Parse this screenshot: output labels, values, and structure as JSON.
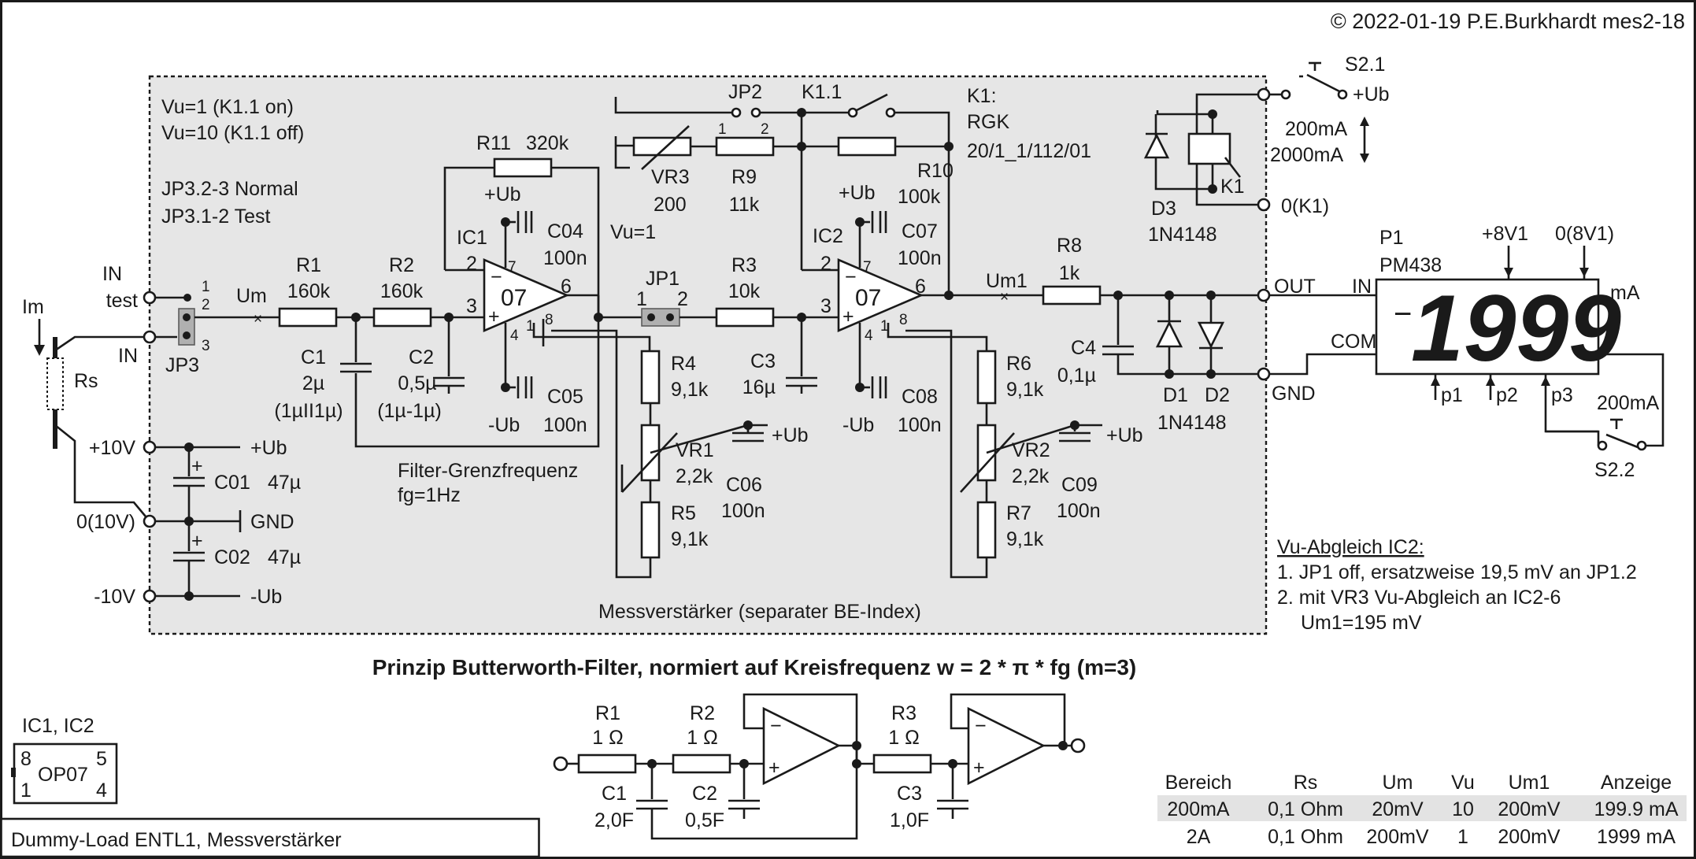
{
  "copyright": "© 2022-01-19 P.E.Burkhardt mes2-18",
  "title_box": "Dummy-Load ENTL1, Messverstärker",
  "notes": {
    "vu1": "Vu=1 (K1.1 on)",
    "vu10": "Vu=10 (K1.1 off)",
    "jp_normal": "JP3.2-3 Normal",
    "jp_test": "JP3.1-2 Test",
    "filter": "Filter-Grenzfrequenz",
    "fg": "fg=1Hz",
    "amp_label": "Messverstärker (separater BE-Index)",
    "vu_eq": "Vu=1"
  },
  "inputs": {
    "in_test": [
      "IN",
      "test"
    ],
    "in": "IN",
    "im": "Im",
    "rs": "Rs",
    "um": "Um",
    "p10v": "+10V",
    "zero10v": "0(10V)",
    "m10v": "-10V",
    "pub": "+Ub",
    "gnd": "GND",
    "mub": "-Ub",
    "jp3": "JP3",
    "pins": [
      "1",
      "2",
      "3"
    ]
  },
  "components": {
    "R1": [
      "R1",
      "160k"
    ],
    "R2": [
      "R2",
      "160k"
    ],
    "R11": [
      "R11",
      "320k"
    ],
    "C1": [
      "C1",
      "2µ",
      "(1µII1µ)"
    ],
    "C2": [
      "C2",
      "0,5µ",
      "(1µ-1µ)"
    ],
    "IC1": "IC1",
    "IC2": "IC2",
    "op": "07",
    "C04": [
      "C04",
      "100n"
    ],
    "C05": [
      "C05",
      "100n"
    ],
    "C07": [
      "C07",
      "100n"
    ],
    "C08": [
      "C08",
      "100n"
    ],
    "JP1": "JP1",
    "JP2": "JP2",
    "K11": "K1.1",
    "K1": [
      "K1:",
      "RGK",
      "20/1_1/112/01"
    ],
    "VR3": [
      "VR3",
      "200"
    ],
    "R9": [
      "R9",
      "11k"
    ],
    "R10": [
      "R10",
      "100k"
    ],
    "R3": [
      "R3",
      "10k"
    ],
    "C3": [
      "C3",
      "16µ"
    ],
    "R4": [
      "R4",
      "9,1k"
    ],
    "VR1": [
      "VR1",
      "2,2k"
    ],
    "C06": [
      "C06",
      "100n"
    ],
    "R5": [
      "R5",
      "9,1k"
    ],
    "R6": [
      "R6",
      "9,1k"
    ],
    "VR2": [
      "VR2",
      "2,2k"
    ],
    "C09": [
      "C09",
      "100n"
    ],
    "R7": [
      "R7",
      "9,1k"
    ],
    "R8": [
      "R8",
      "1k"
    ],
    "C4": [
      "C4",
      "0,1µ"
    ],
    "D1": "D1",
    "D2": "D2",
    "D12type": "1N4148",
    "D3": [
      "D3",
      "1N4148"
    ],
    "K1coil": "K1",
    "Um1": "Um1",
    "C01": [
      "C01",
      "47µ"
    ],
    "C02": [
      "C02",
      "47µ"
    ]
  },
  "relay": {
    "s21": "S2.1",
    "pub": "+Ub",
    "r200": "200mA",
    "r2000": "2000mA",
    "zero": "0(K1)"
  },
  "outputs": {
    "out": "OUT",
    "gnd": "GND"
  },
  "meter": {
    "p1": "P1",
    "model": "PM438",
    "plus8": "+8V1",
    "zero8": "0(8V1)",
    "in": "IN",
    "com": "COM",
    "unit": "mA",
    "display": "1999",
    "p_pins": [
      "p1",
      "p2",
      "p3"
    ],
    "s22": "S2.2",
    "s22_range": "200mA"
  },
  "vu_note": {
    "head": "Vu-Abgleich IC2:",
    "line1": "1. JP1 off, ersatzweise 19,5 mV an JP1.2",
    "line2": "2. mit VR3 Vu-Abgleich an IC2-6",
    "line3": "Um1=195 mV"
  },
  "principle": {
    "title": "Prinzip Butterworth-Filter, normiert auf Kreisfrequenz w = 2 * π * fg (m=3)",
    "R1": [
      "R1",
      "1 Ω"
    ],
    "R2": [
      "R2",
      "1 Ω"
    ],
    "R3": [
      "R3",
      "1 Ω"
    ],
    "C1": [
      "C1",
      "2,0F"
    ],
    "C2": [
      "C2",
      "0,5F"
    ],
    "C3": [
      "C3",
      "1,0F"
    ]
  },
  "chip": {
    "label": "IC1, IC2",
    "name": "OP07",
    "pins": [
      "8",
      "1",
      "5",
      "4"
    ]
  },
  "table": {
    "headers": [
      "Bereich",
      "Rs",
      "Um",
      "Vu",
      "Um1",
      "Anzeige"
    ],
    "rows": [
      [
        "200mA",
        "0,1 Ohm",
        "20mV",
        "10",
        "200mV",
        "199.9 mA"
      ],
      [
        "2A",
        "0,1 Ohm",
        "200mV",
        "1",
        "200mV",
        "1999 mA"
      ]
    ],
    "highlight_color": "#e3e3e3"
  },
  "colors": {
    "ink": "#1a1a1a",
    "shade": "#e6e6e6",
    "jumper": "#b0b0b0"
  }
}
